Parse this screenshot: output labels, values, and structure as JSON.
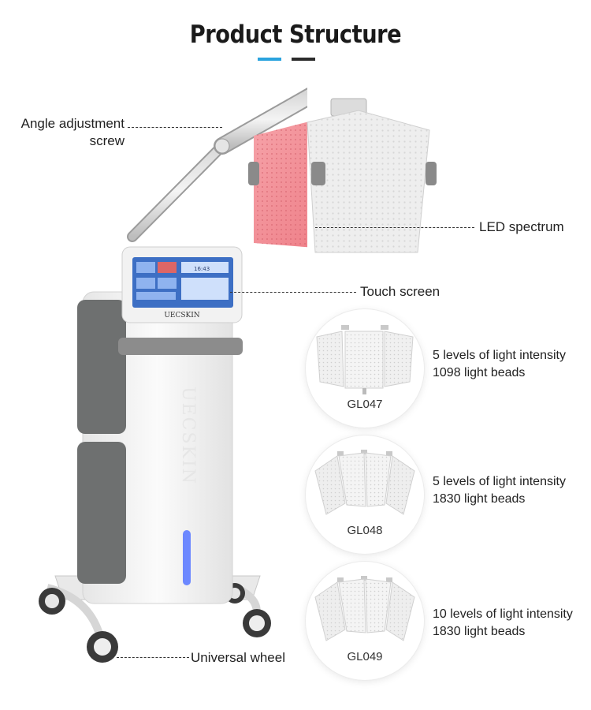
{
  "header": {
    "title": "Product Structure",
    "accent_colors": {
      "blue": "#2aa3de",
      "dark": "#2b2b2b"
    }
  },
  "machine": {
    "screen_brand": "UECSKIN",
    "column_brand": "UECSKIN",
    "screen_clock": "16:43"
  },
  "callouts": {
    "angle_adjustment": "Angle adjustment\nscrew",
    "led_spectrum": "LED spectrum",
    "touch_screen": "Touch screen",
    "universal_wheel": "Universal wheel"
  },
  "variants": [
    {
      "model": "GL047",
      "intensity": "5 levels of light intensity",
      "beads": "1098 light beads"
    },
    {
      "model": "GL048",
      "intensity": "5 levels of light intensity",
      "beads": "1830 light beads"
    },
    {
      "model": "GL049",
      "intensity": "10 levels of light intensity",
      "beads": "1830 light beads"
    }
  ],
  "colors": {
    "led_red": "#f28a92",
    "panel_white": "#eeeeee",
    "body_white": "#f3f3f3",
    "side_panel_gray": "#6e7070",
    "screen_blue": "#3d6fc4",
    "indicator_blue": "#6c88ff"
  }
}
